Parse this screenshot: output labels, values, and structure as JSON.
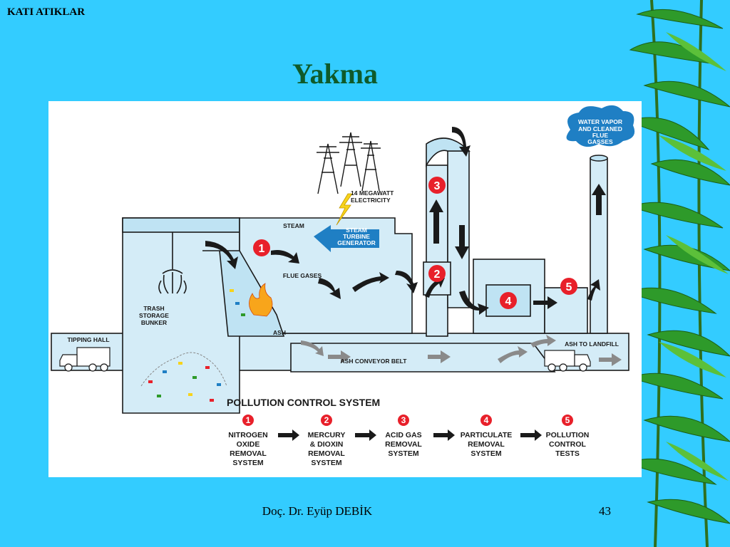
{
  "header": {
    "label": "KATI ATIKLAR"
  },
  "slide": {
    "title": "Yakma"
  },
  "footer": {
    "author": "Doç. Dr. Eyüp DEBİK",
    "page_number": "43"
  },
  "diagram": {
    "labels": {
      "water_vapor": [
        "WATER VAPOR",
        "AND CLEANED",
        "FLUE",
        "GASSES"
      ],
      "electricity": [
        "14 MEGAWATT",
        "ELECTRICITY"
      ],
      "steam": "STEAM",
      "turbine": [
        "STEAM",
        "TURBINE",
        "GENERATOR"
      ],
      "flue_gases": "FLUE GASES",
      "trash_bunker": [
        "TRASH",
        "STORAGE",
        "BUNKER"
      ],
      "tipping_hall": "TIPPING HALL",
      "ash": "ASH",
      "ash_conveyor": "ASH CONVEYOR BELT",
      "ash_landfill": "ASH TO LANDFILL"
    },
    "markers": [
      "1",
      "2",
      "3",
      "4",
      "5"
    ]
  },
  "pollution_control": {
    "title": "POLLUTION CONTROL SYSTEM",
    "steps": [
      {
        "num": "1",
        "lines": [
          "NITROGEN",
          "OXIDE",
          "REMOVAL",
          "SYSTEM"
        ]
      },
      {
        "num": "2",
        "lines": [
          "MERCURY",
          "& DIOXIN",
          "REMOVAL",
          "SYSTEM"
        ]
      },
      {
        "num": "3",
        "lines": [
          "ACID GAS",
          "REMOVAL",
          "SYSTEM"
        ]
      },
      {
        "num": "4",
        "lines": [
          "PARTICULATE",
          "REMOVAL",
          "SYSTEM"
        ]
      },
      {
        "num": "5",
        "lines": [
          "POLLUTION",
          "CONTROL",
          "TESTS"
        ]
      }
    ]
  },
  "colors": {
    "background": "#33ccff",
    "title": "#0f5a2a",
    "marker_red": "#e8202a",
    "turbine_blue": "#1f7fc4",
    "structure_fill": "#d4ecf7"
  }
}
